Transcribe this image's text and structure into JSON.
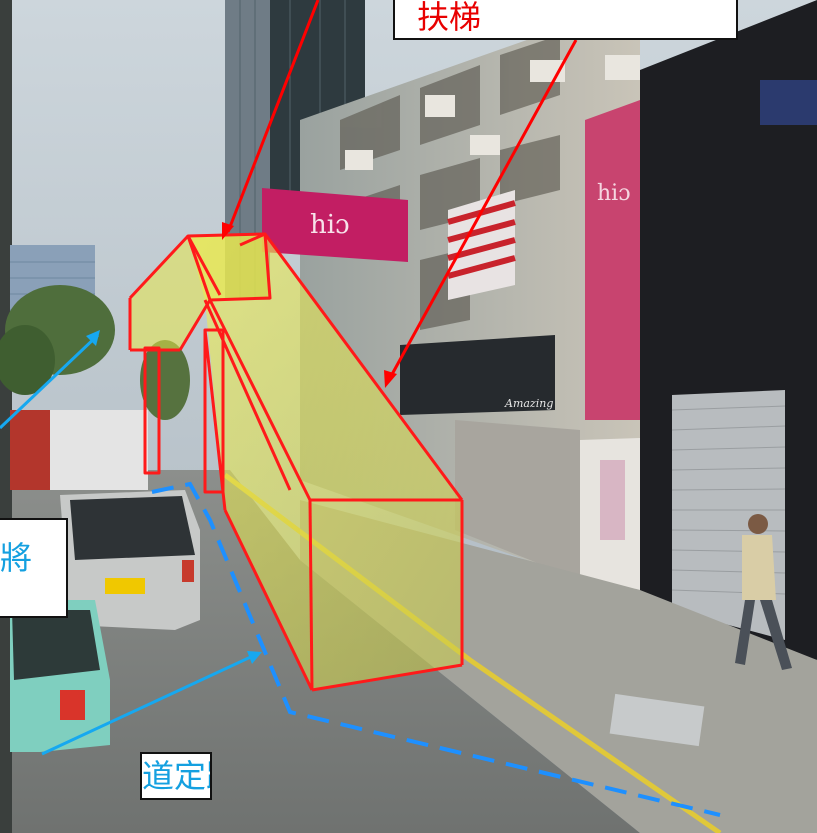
{
  "callouts": {
    "stair_label": "扶梯",
    "left_label": "將",
    "kerb_label": "道定路邊綫"
  },
  "colors": {
    "structure_outline": "#ff1a1a",
    "structure_fill": "#d8e03a",
    "pointer_red": "#ff0000",
    "pointer_blue": "#16a8f0",
    "kerb_dashes": "#1e90ff",
    "shop_sign_pink": "#c21e63"
  }
}
